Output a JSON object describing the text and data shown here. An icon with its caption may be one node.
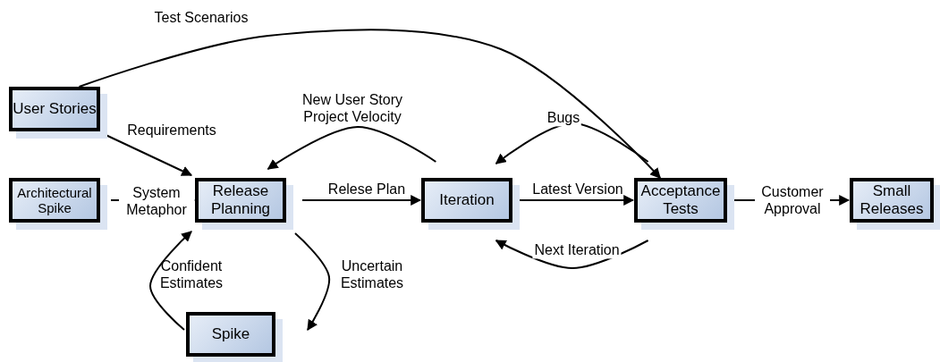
{
  "diagram": {
    "nodes": [
      {
        "text": [
          "User Stories"
        ]
      },
      {
        "text": [
          "Architectural Spike"
        ]
      },
      {
        "text": [
          "Release Planning"
        ]
      },
      {
        "text": [
          "Iteration"
        ]
      },
      {
        "text": [
          "Acceptance Tests"
        ]
      },
      {
        "text": [
          "Small Releases"
        ]
      },
      {
        "text": [
          "Spike"
        ]
      }
    ],
    "edges": [
      {
        "from": 0,
        "to": 4,
        "arrow": "to",
        "label": "Test Scenarios"
      },
      {
        "from": 0,
        "to": 2,
        "arrow": "to",
        "label": "Requirements"
      },
      {
        "from": 1,
        "to": 2,
        "arrow": "to",
        "label": "System Metaphor"
      },
      {
        "from": 2,
        "to": 3,
        "arrow": "to",
        "label": "Relese Plan"
      },
      {
        "from": 3,
        "to": 2,
        "arrow": "to",
        "label": "New User Story Project Velocity"
      },
      {
        "from": 4,
        "to": 3,
        "arrow": "to",
        "label": "Bugs"
      },
      {
        "from": 3,
        "to": 4,
        "arrow": "to",
        "label": "Latest Version"
      },
      {
        "from": 4,
        "to": 5,
        "arrow": "to",
        "label": "Customer Approval"
      },
      {
        "from": 4,
        "to": 3,
        "arrow": "to",
        "label": "Next Iteration"
      },
      {
        "from": 2,
        "to": 6,
        "arrow": "to",
        "label": "Uncertain Estimates"
      },
      {
        "from": 6,
        "to": 2,
        "arrow": "to",
        "label": "Confident Estimates"
      }
    ]
  }
}
